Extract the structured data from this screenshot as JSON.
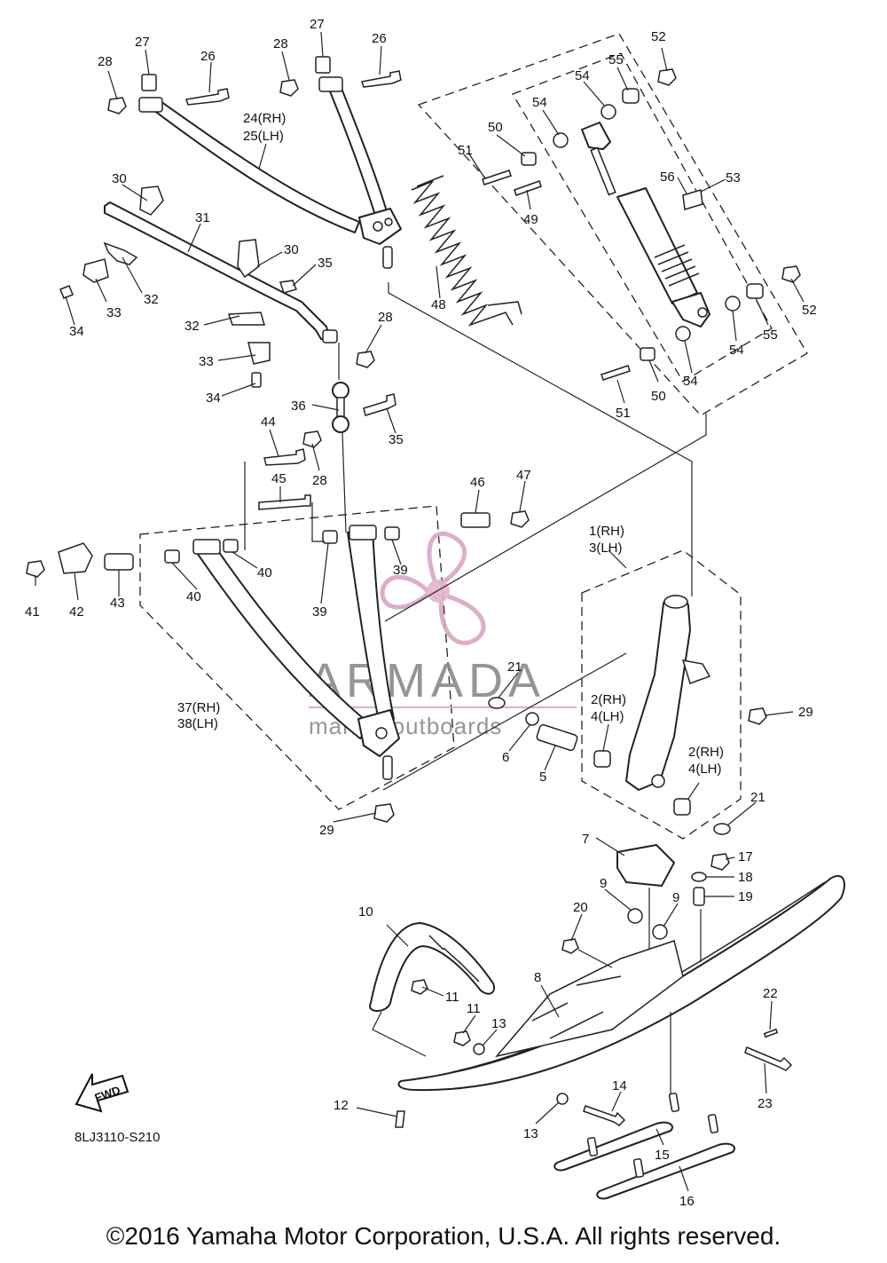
{
  "diagram": {
    "drawing_code": "8LJ3110-S210",
    "copyright": "©2016 Yamaha Motor Corporation, U.S.A. All rights reserved.",
    "fwd_label": "FWD",
    "watermark": {
      "brand": "ARMADA",
      "tagline": "marine outboards"
    },
    "accent_color": "#d9a6c4",
    "callouts": [
      {
        "id": "c28a",
        "text": "28"
      },
      {
        "id": "c27a",
        "text": "27"
      },
      {
        "id": "c26a",
        "text": "26"
      },
      {
        "id": "c28b",
        "text": "28"
      },
      {
        "id": "c27b",
        "text": "27"
      },
      {
        "id": "c26b",
        "text": "26"
      },
      {
        "id": "c24",
        "text": "24(RH)"
      },
      {
        "id": "c25",
        "text": "25(LH)"
      },
      {
        "id": "c30a",
        "text": "30"
      },
      {
        "id": "c31",
        "text": "31"
      },
      {
        "id": "c30b",
        "text": "30"
      },
      {
        "id": "c35a",
        "text": "35"
      },
      {
        "id": "c32a",
        "text": "32"
      },
      {
        "id": "c33a",
        "text": "33"
      },
      {
        "id": "c34a",
        "text": "34"
      },
      {
        "id": "c32b",
        "text": "32"
      },
      {
        "id": "c33b",
        "text": "33"
      },
      {
        "id": "c34b",
        "text": "34"
      },
      {
        "id": "c28c",
        "text": "28"
      },
      {
        "id": "c36",
        "text": "36"
      },
      {
        "id": "c35b",
        "text": "35"
      },
      {
        "id": "c44",
        "text": "44"
      },
      {
        "id": "c28d",
        "text": "28"
      },
      {
        "id": "c45",
        "text": "45"
      },
      {
        "id": "c46",
        "text": "46"
      },
      {
        "id": "c47",
        "text": "47"
      },
      {
        "id": "c41",
        "text": "41"
      },
      {
        "id": "c42",
        "text": "42"
      },
      {
        "id": "c43",
        "text": "43"
      },
      {
        "id": "c40a",
        "text": "40"
      },
      {
        "id": "c40b",
        "text": "40"
      },
      {
        "id": "c39a",
        "text": "39"
      },
      {
        "id": "c39b",
        "text": "39"
      },
      {
        "id": "c37",
        "text": "37(RH)"
      },
      {
        "id": "c38",
        "text": "38(LH)"
      },
      {
        "id": "c29a",
        "text": "29"
      },
      {
        "id": "c48",
        "text": "48"
      },
      {
        "id": "c49",
        "text": "49"
      },
      {
        "id": "c50a",
        "text": "50"
      },
      {
        "id": "c51a",
        "text": "51"
      },
      {
        "id": "c54a",
        "text": "54"
      },
      {
        "id": "c54b",
        "text": "54"
      },
      {
        "id": "c55a",
        "text": "55"
      },
      {
        "id": "c52a",
        "text": "52"
      },
      {
        "id": "c56",
        "text": "56"
      },
      {
        "id": "c53",
        "text": "53"
      },
      {
        "id": "c52b",
        "text": "52"
      },
      {
        "id": "c55b",
        "text": "55"
      },
      {
        "id": "c54c",
        "text": "54"
      },
      {
        "id": "c54d",
        "text": "54"
      },
      {
        "id": "c50b",
        "text": "50"
      },
      {
        "id": "c51b",
        "text": "51"
      },
      {
        "id": "c1",
        "text": "1(RH)"
      },
      {
        "id": "c3",
        "text": "3(LH)"
      },
      {
        "id": "c21a",
        "text": "21"
      },
      {
        "id": "c6",
        "text": "6"
      },
      {
        "id": "c5",
        "text": "5"
      },
      {
        "id": "c2a",
        "text": "2(RH)"
      },
      {
        "id": "c4a",
        "text": "4(LH)"
      },
      {
        "id": "c2b",
        "text": "2(RH)"
      },
      {
        "id": "c4b",
        "text": "4(LH)"
      },
      {
        "id": "c29b",
        "text": "29"
      },
      {
        "id": "c21b",
        "text": "21"
      },
      {
        "id": "c7",
        "text": "7"
      },
      {
        "id": "c17",
        "text": "17"
      },
      {
        "id": "c18",
        "text": "18"
      },
      {
        "id": "c19",
        "text": "19"
      },
      {
        "id": "c9a",
        "text": "9"
      },
      {
        "id": "c9b",
        "text": "9"
      },
      {
        "id": "c20",
        "text": "20"
      },
      {
        "id": "c10",
        "text": "10"
      },
      {
        "id": "c8",
        "text": "8"
      },
      {
        "id": "c11a",
        "text": "11"
      },
      {
        "id": "c11b",
        "text": "11"
      },
      {
        "id": "c13a",
        "text": "13"
      },
      {
        "id": "c22",
        "text": "22"
      },
      {
        "id": "c23",
        "text": "23"
      },
      {
        "id": "c14",
        "text": "14"
      },
      {
        "id": "c12",
        "text": "12"
      },
      {
        "id": "c13b",
        "text": "13"
      },
      {
        "id": "c15",
        "text": "15"
      },
      {
        "id": "c16",
        "text": "16"
      }
    ]
  }
}
